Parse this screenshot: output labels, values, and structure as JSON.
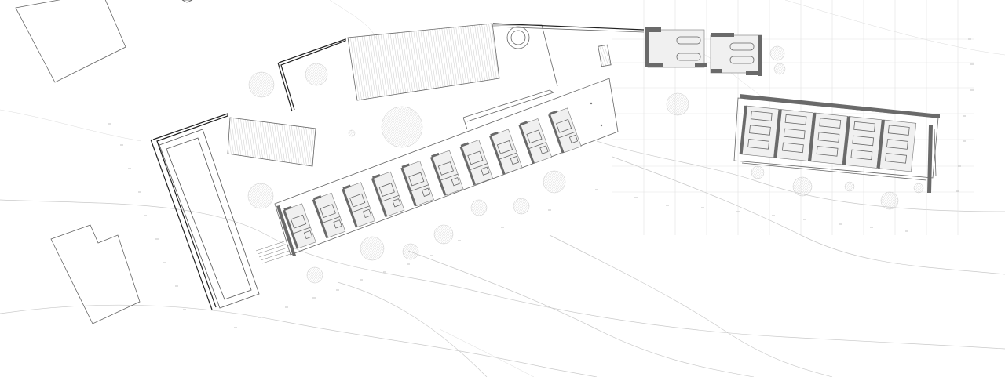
{
  "drawing": {
    "type": "site-plan",
    "line_color": "#666666",
    "wall_color": "#6a6a6a",
    "background": "#ffffff"
  },
  "main_building": {
    "unit_count": 10
  },
  "east_building": {
    "unit_count": 5
  },
  "north_pavilion": {
    "room_count": 2
  },
  "trees": {
    "count": 20
  }
}
